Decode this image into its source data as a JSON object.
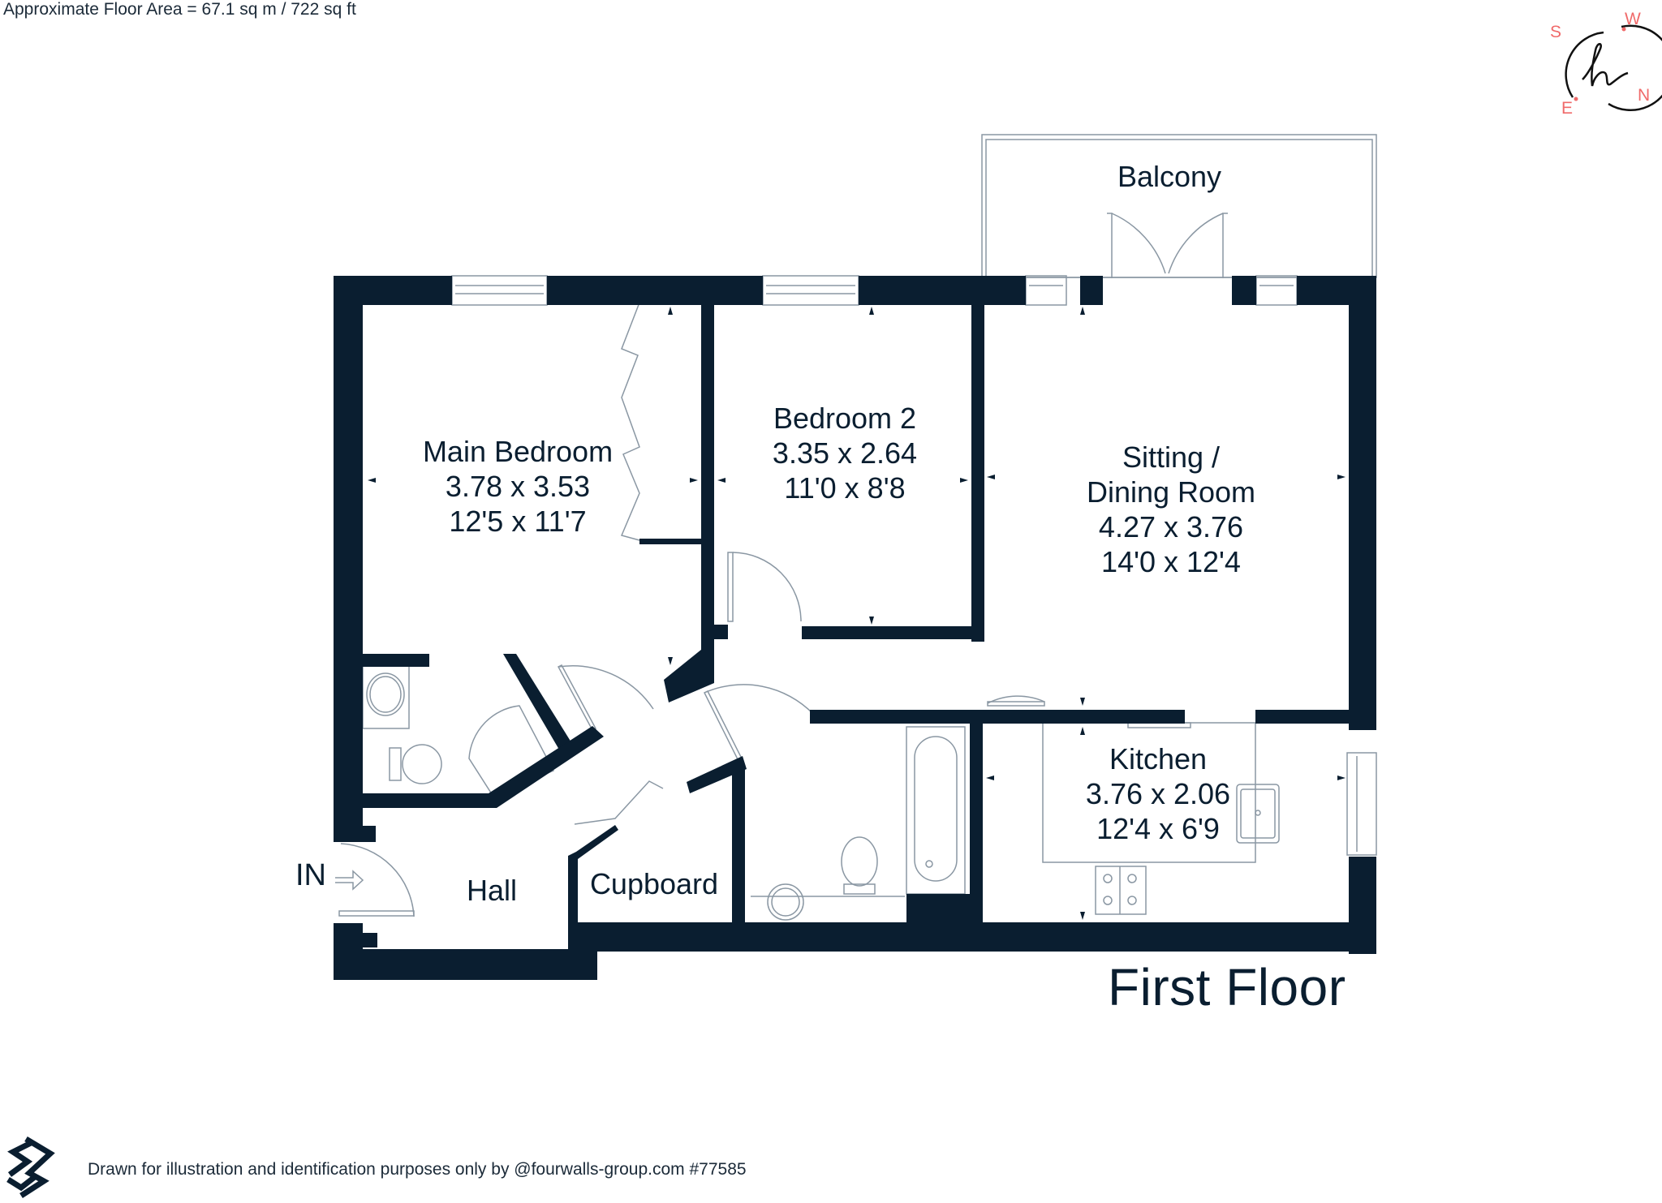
{
  "header": {
    "floor_area": "Approximate Floor Area = 67.1 sq m / 722 sq ft"
  },
  "compass": {
    "logo_glyph": "h",
    "directions": {
      "top_left": "S",
      "top_right": "W",
      "bottom_right": "N",
      "bottom_left": "E"
    },
    "accent_color": "#f06a6a"
  },
  "rooms": {
    "main_bedroom": {
      "name": "Main Bedroom",
      "metric": "3.78 x 3.53",
      "imperial": "12'5 x 11'7"
    },
    "bedroom_2": {
      "name": "Bedroom 2",
      "metric": "3.35 x 2.64",
      "imperial": "11'0 x 8'8"
    },
    "sitting_dining": {
      "name_line1": "Sitting /",
      "name_line2": "Dining Room",
      "metric": "4.27 x 3.76",
      "imperial": "14'0 x 12'4"
    },
    "kitchen": {
      "name": "Kitchen",
      "metric": "3.76 x 2.06",
      "imperial": "12'4 x 6'9"
    },
    "balcony": {
      "name": "Balcony"
    },
    "hall": {
      "name": "Hall"
    },
    "cupboard": {
      "name": "Cupboard"
    }
  },
  "entrance": {
    "label": "IN"
  },
  "floor_title": "First Floor",
  "footer": {
    "disclaimer": "Drawn for illustration and identification purposes only by @fourwalls-group.com #77585"
  },
  "colors": {
    "wall": "#0a1e30",
    "fixture_line": "#8a97a3",
    "background": "#ffffff"
  }
}
